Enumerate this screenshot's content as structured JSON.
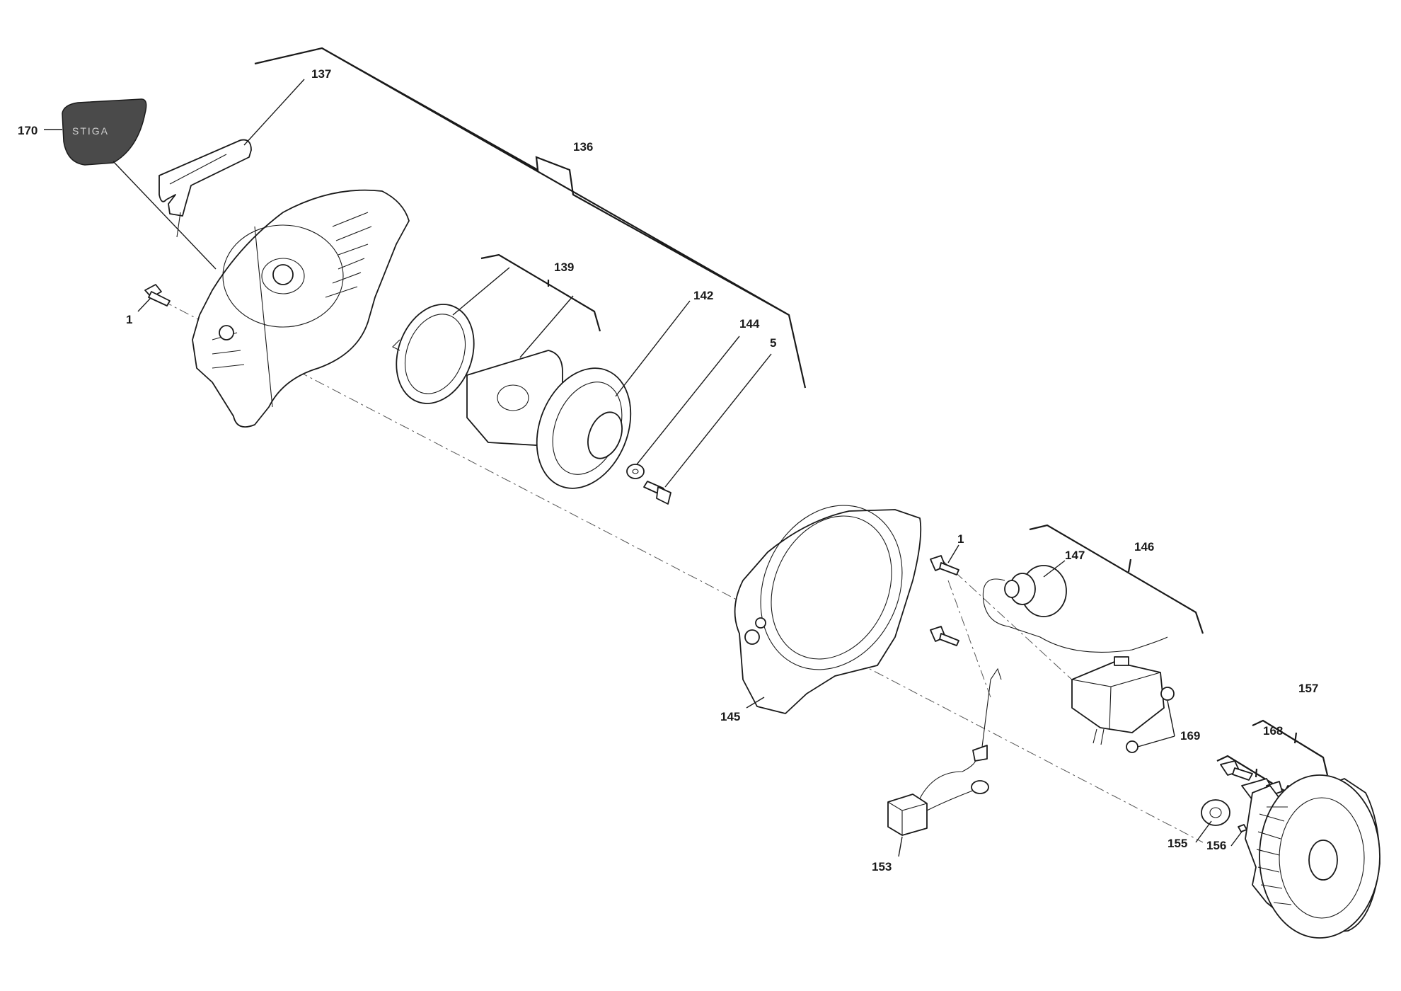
{
  "labels": {
    "p170": "170",
    "p137": "137",
    "p136": "136",
    "p1a": "1",
    "p139": "139",
    "p142": "142",
    "p144": "144",
    "p5": "5",
    "p1b": "1",
    "p147": "147",
    "p146": "146",
    "p145": "145",
    "p169": "169",
    "p168": "168",
    "p157": "157",
    "p155": "155",
    "p156": "156",
    "p153": "153"
  },
  "logo_text": "STIGA",
  "colors": {
    "ink": "#1a1a1a",
    "logo_badge": "#4a4a4a"
  }
}
